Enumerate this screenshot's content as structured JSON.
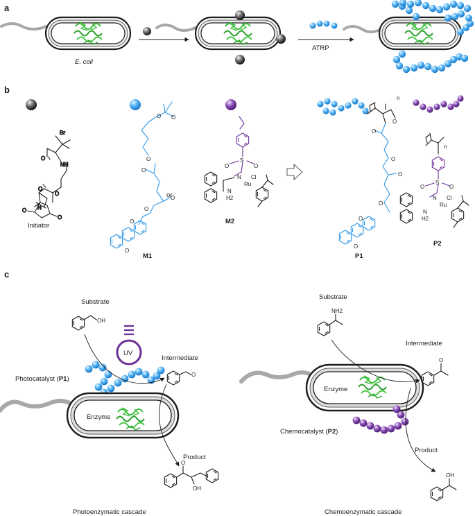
{
  "colors": {
    "blue": "#2a97e8",
    "purple": "#6b2f96",
    "enzyme": "#3bbf3b",
    "tail": "#a8a8a8",
    "cell_border": "#1e1e1e",
    "cell_gap": "#d9d9d9"
  },
  "panels": {
    "a": "a",
    "b": "b",
    "c": "c"
  },
  "panel_a": {
    "organism": "E. coli",
    "step2": "ATRP"
  },
  "panel_b": {
    "initiator": "Initiator",
    "m1": "M1",
    "or": "or",
    "m2": "M2",
    "p1": "P1",
    "p2": "P2",
    "arrow_icon": "open-arrow-icon",
    "atoms": {
      "br": "Br",
      "nh": "NH",
      "o": "O",
      "n": "N",
      "s": "S",
      "ru": "Ru",
      "cl": "Cl",
      "h2": "H2",
      "n_sub": "n"
    }
  },
  "panel_c": {
    "photo": {
      "substrate": "Substrate",
      "intermediate": "Intermediate",
      "product": "Product",
      "catalyst_prefix": "Photocatalyst (",
      "catalyst_code": "P1",
      "catalyst_suffix": ")",
      "enzyme": "Enzyme",
      "uv": "UV",
      "title": "Photoenzymatic cascade",
      "oh": "OH",
      "o": "O"
    },
    "chemo": {
      "substrate": "Substrate",
      "intermediate": "Intermediate",
      "product": "Product",
      "catalyst_prefix": "Chemocatalyst (",
      "catalyst_code": "P2",
      "catalyst_suffix": ")",
      "enzyme": "Enzyme",
      "title": "Chemoenzymatic cascade",
      "nh2": "NH2",
      "o": "O",
      "oh": "OH"
    }
  }
}
